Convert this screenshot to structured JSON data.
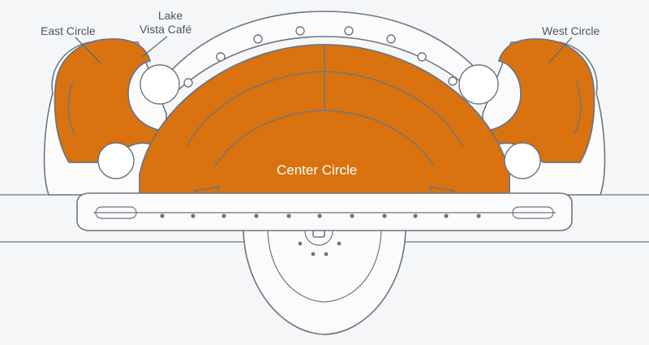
{
  "labels": {
    "east_circle": "East Circle",
    "lake_vista_cafe_line1": "Lake",
    "lake_vista_cafe_line2": "Vista Café",
    "west_circle": "West Circle",
    "center_circle": "Center Circle"
  },
  "colors": {
    "section_fill": "#d9720f",
    "outline": "#6d7682",
    "background": "#f5f6f7",
    "label_text": "#4a5663",
    "center_label_text": "#ffffff"
  }
}
